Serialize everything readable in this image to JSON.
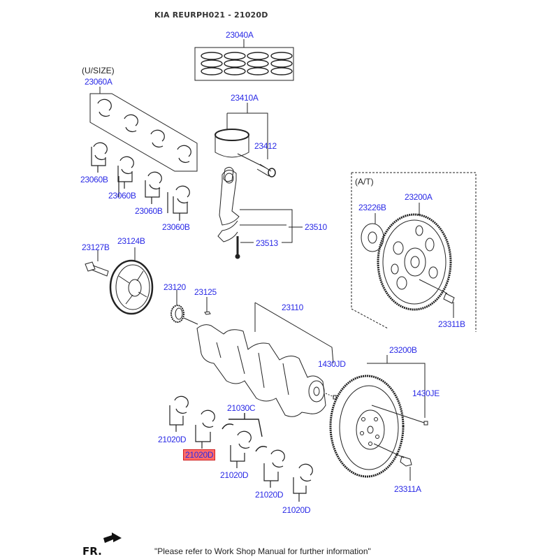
{
  "header": {
    "title": "KIA REURPH021 - 21020D"
  },
  "highlight_color": "#ff5050",
  "label_color": "#2a2ae6",
  "groups": {
    "undersize": "(U/SIZE)",
    "automatic": "(A/T)"
  },
  "parts": {
    "p23040A": "23040A",
    "p23060A": "23060A",
    "p23410A": "23410A",
    "p23412": "23412",
    "p23060B_1": "23060B",
    "p23060B_2": "23060B",
    "p23060B_3": "23060B",
    "p23060B_4": "23060B",
    "p23510": "23510",
    "p23513": "23513",
    "p23226B": "23226B",
    "p23200A": "23200A",
    "p23311B": "23311B",
    "p23127B": "23127B",
    "p23124B": "23124B",
    "p23120": "23120",
    "p23125": "23125",
    "p23110": "23110",
    "p1430JD": "1430JD",
    "p23200B": "23200B",
    "p1430JE": "1430JE",
    "p21030C": "21030C",
    "p21020D_1": "21020D",
    "p21020D_2": "21020D",
    "p21020D_3": "21020D",
    "p21020D_4": "21020D",
    "p21020D_5": "21020D",
    "p23311A": "23311A"
  },
  "selected_part": "21020D",
  "footer": {
    "direction": "FR.",
    "note": "\"Please refer to Work Shop Manual for further information\""
  }
}
